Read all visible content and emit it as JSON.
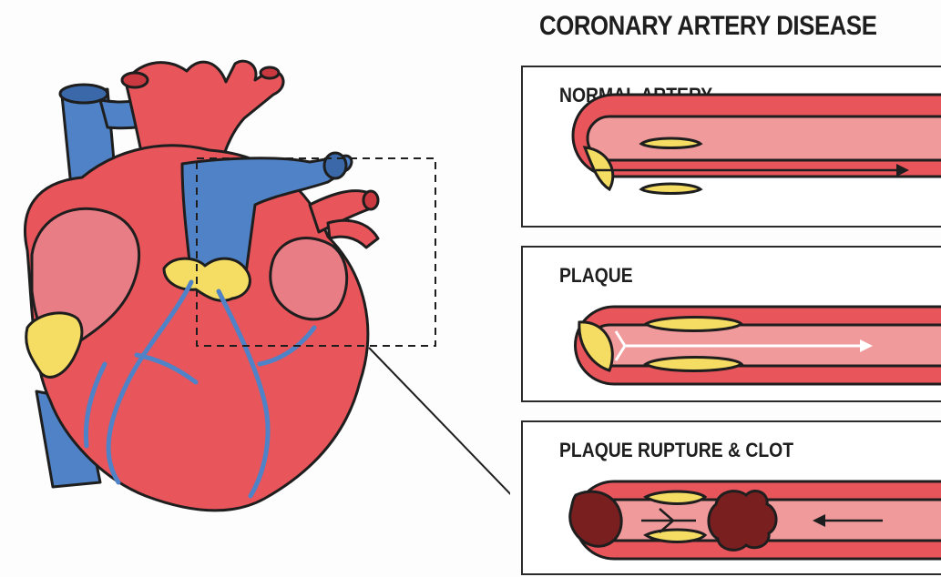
{
  "title": "CORONARY ARTERY DISEASE",
  "panels": [
    {
      "label": "NORMAL ARTERY"
    },
    {
      "label": "PLAQUE"
    },
    {
      "label": "PLAQUE RUPTURE & CLOT"
    }
  ],
  "colors": {
    "vessel_red": "#e8555b",
    "vessel_light": "#f09a9c",
    "vein_blue": "#4f82c6",
    "plaque_yellow": "#f5dc62",
    "clot": "#7a1f1f",
    "outline": "#1e1e1e"
  }
}
